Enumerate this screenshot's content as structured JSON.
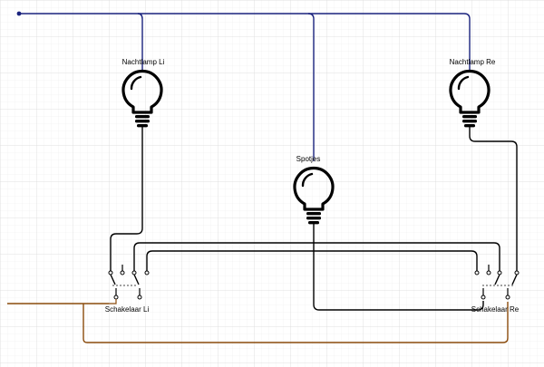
{
  "colors": {
    "neutral_wire": "#1a237e",
    "live_wire": "#8a4b0c",
    "switch_wire": "#000000",
    "grid_minor": "#ececec",
    "grid_major": "#dadada"
  },
  "lamps": [
    {
      "id": "lamp-left",
      "label": "Nachtlamp Li",
      "icon": "lightbulb-icon"
    },
    {
      "id": "lamp-center",
      "label": "Spotjes",
      "icon": "lightbulb-icon"
    },
    {
      "id": "lamp-right",
      "label": "Nachtlamp Re",
      "icon": "lightbulb-icon"
    }
  ],
  "switches": [
    {
      "id": "switch-left",
      "label": "Schakelaar Li",
      "icon": "switch-icon"
    },
    {
      "id": "switch-right",
      "label": "Schakelaar Re",
      "icon": "switch-icon"
    }
  ]
}
